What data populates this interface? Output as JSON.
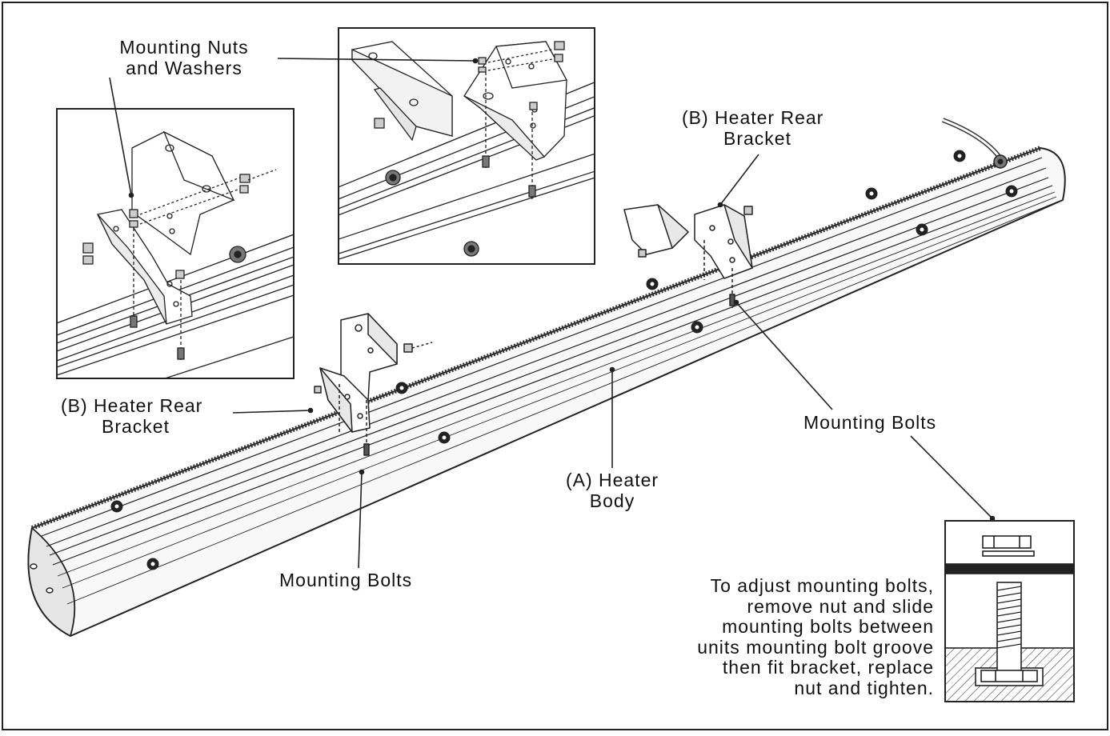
{
  "labels": {
    "nuts_washers": [
      "Mounting Nuts",
      "and Washers"
    ],
    "rear_bracket_right": [
      "(B)  Heater Rear",
      "Bracket"
    ],
    "rear_bracket_left": [
      "(B)  Heater Rear",
      "Bracket"
    ],
    "mounting_bolts_right": "Mounting Bolts",
    "mounting_bolts_center": "Mounting Bolts",
    "heater_body": [
      "(A)  Heater",
      "Body"
    ]
  },
  "instruction": [
    "To adjust mounting bolts,",
    "remove nut and slide",
    "mounting bolts between",
    "units mounting bolt groove",
    "then fit bracket, replace",
    "nut and tighten."
  ]
}
